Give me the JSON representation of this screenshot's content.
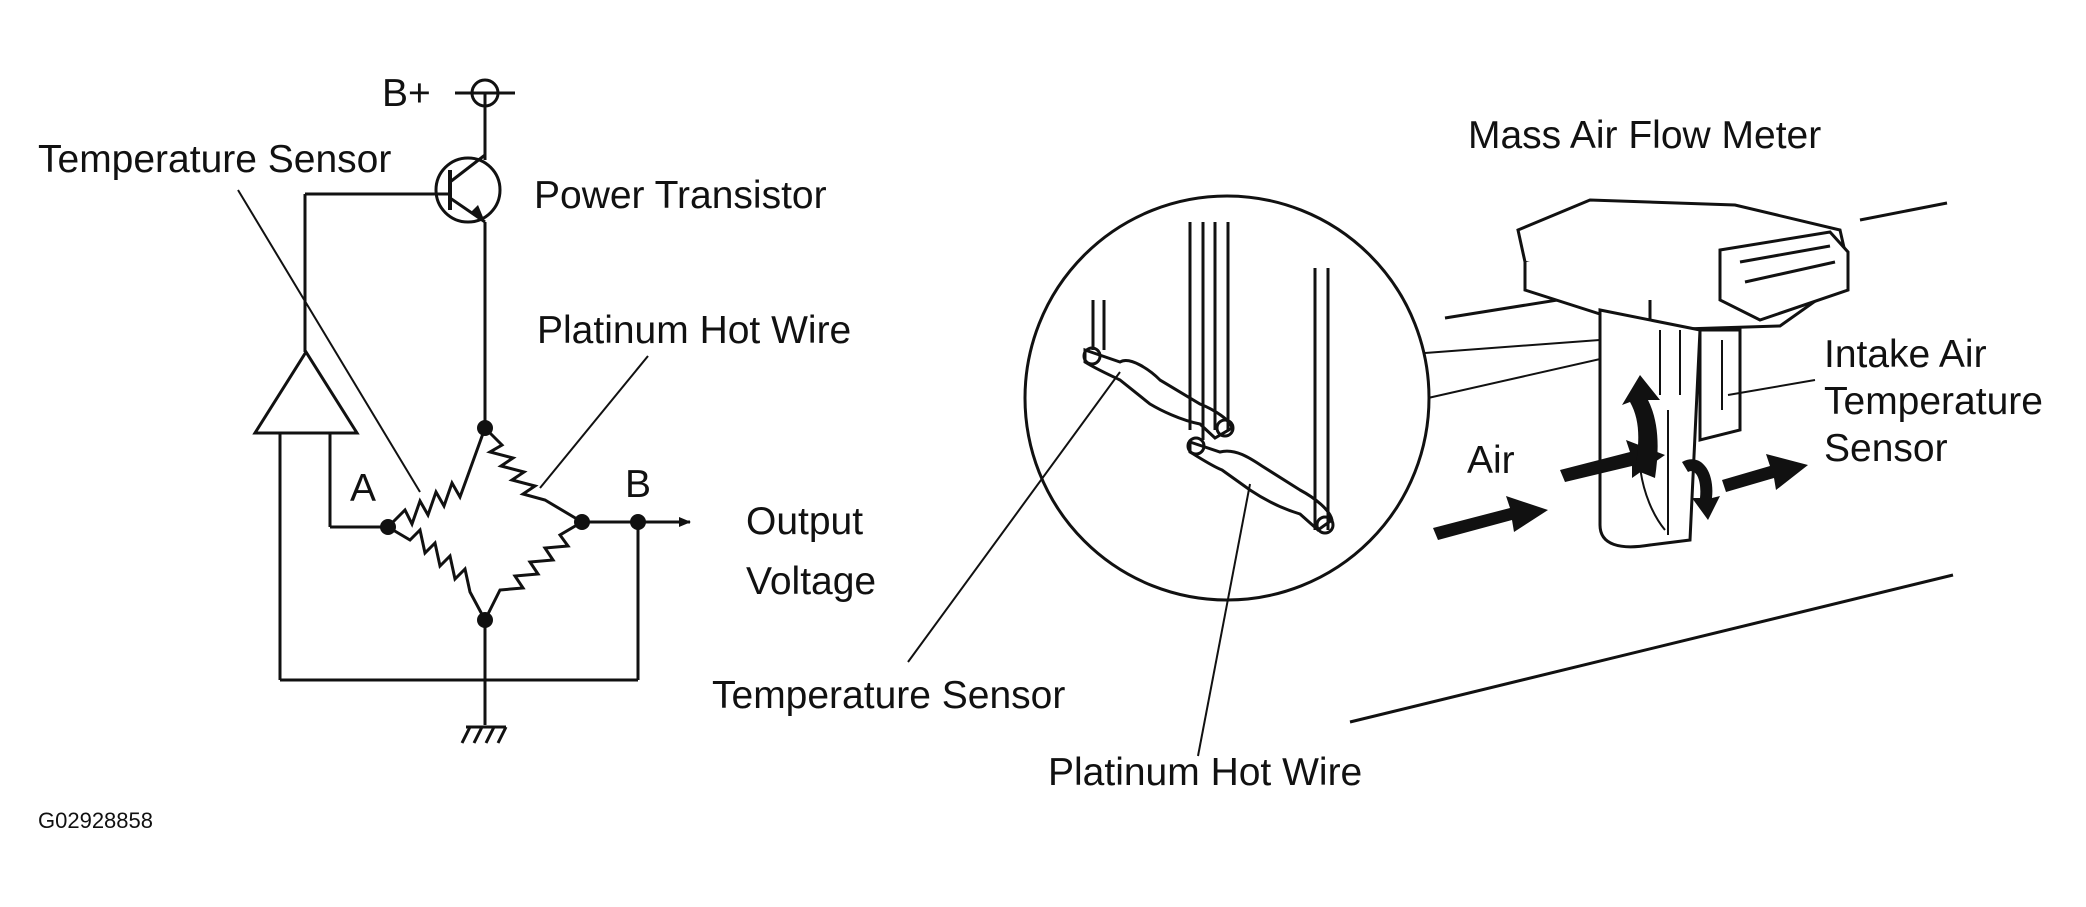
{
  "labels": {
    "b_plus": "B+",
    "temperature_sensor_left": "Temperature Sensor",
    "power_transistor": "Power Transistor",
    "platinum_hot_wire_left": "Platinum Hot Wire",
    "node_a": "A",
    "node_b": "B",
    "output_voltage_line1": "Output",
    "output_voltage_line2": "Voltage",
    "mass_air_flow_meter": "Mass Air Flow Meter",
    "intake_air_line1": "Intake Air",
    "intake_air_line2": "Temperature",
    "intake_air_line3": "Sensor",
    "air": "Air",
    "temperature_sensor_detail": "Temperature Sensor",
    "platinum_hot_wire_detail": "Platinum Hot Wire",
    "figure_id": "G02928858"
  },
  "colors": {
    "ink": "#111111",
    "background": "#ffffff",
    "shade": "#e6e6e6"
  }
}
